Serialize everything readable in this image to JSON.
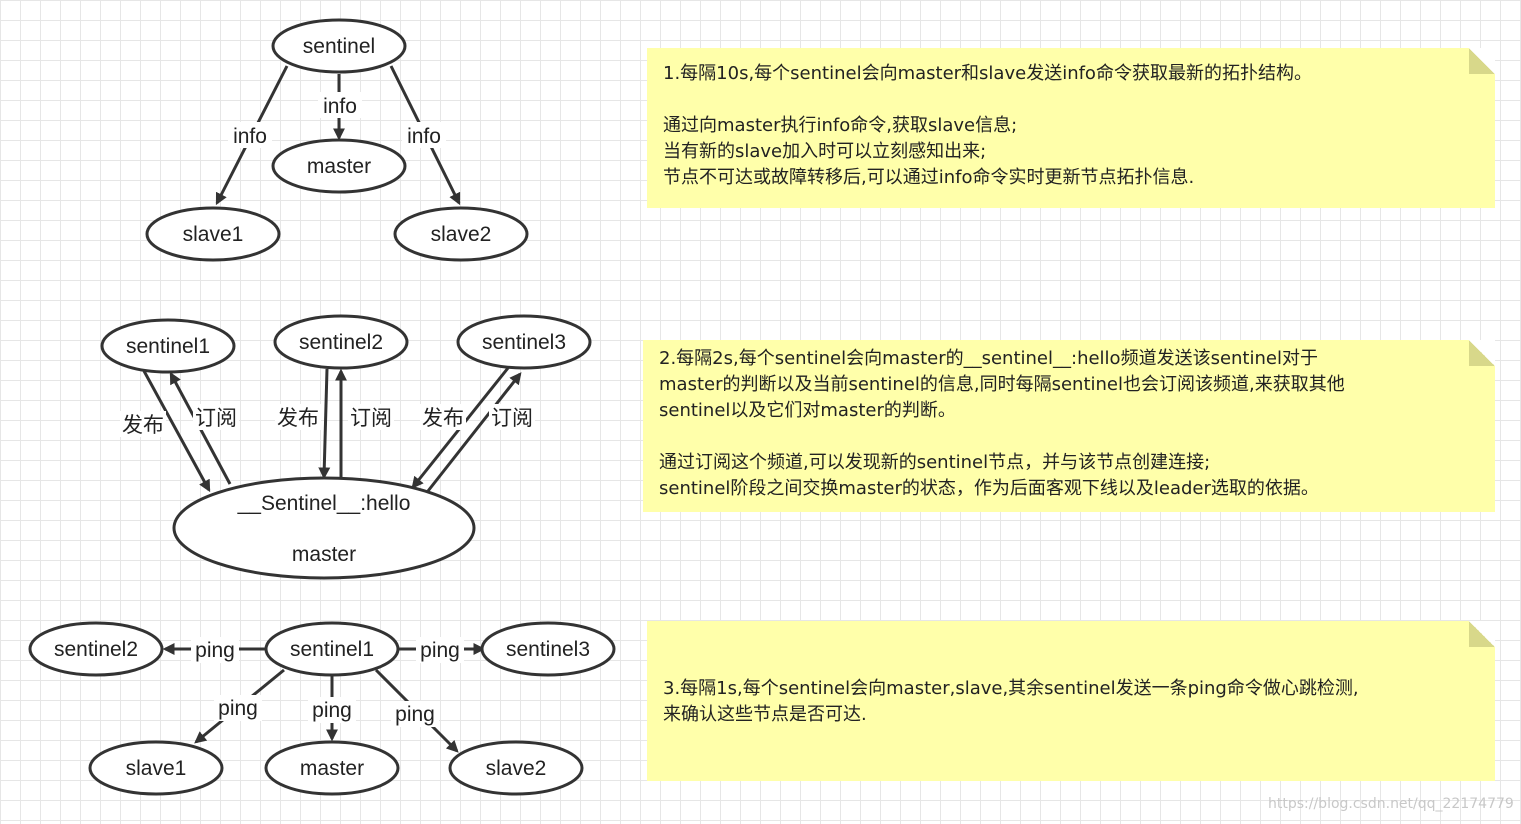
{
  "diagram1": {
    "nodes": {
      "sentinel": "sentinel",
      "master": "master",
      "slave1": "slave1",
      "slave2": "slave2"
    },
    "edges": {
      "to_master": "info",
      "to_slave1": "info",
      "to_slave2": "info"
    }
  },
  "diagram2": {
    "nodes": {
      "sentinel1": "sentinel1",
      "sentinel2": "sentinel2",
      "sentinel3": "sentinel3",
      "channel": "__Sentinel__:hello",
      "channel_sub": "master"
    },
    "edges": {
      "publish": "发布",
      "subscribe": "订阅"
    }
  },
  "diagram3": {
    "nodes": {
      "sentinel1": "sentinel1",
      "sentinel2": "sentinel2",
      "sentinel3": "sentinel3",
      "slave1": "slave1",
      "master": "master",
      "slave2": "slave2"
    },
    "edges": {
      "ping": "ping"
    }
  },
  "notes": [
    {
      "paragraphs": [
        [
          "1.每隔10s,每个sentinel会向master和slave发送info命令获取最新的拓扑结构。"
        ],
        [
          "通过向master执行info命令,获取slave信息;",
          "当有新的slave加入时可以立刻感知出来;",
          "节点不可达或故障转移后,可以通过info命令实时更新节点拓扑信息."
        ]
      ]
    },
    {
      "paragraphs": [
        [
          "2.每隔2s,每个sentinel会向master的__sentinel__:hello频道发送该sentinel对于",
          "master的判断以及当前sentinel的信息,同时每隔sentinel也会订阅该频道,来获取其他",
          "sentinel以及它们对master的判断。"
        ],
        [
          "通过订阅这个频道,可以发现新的sentinel节点，并与该节点创建连接;",
          "sentinel阶段之间交换master的状态，作为后面客观下线以及leader选取的依据。"
        ]
      ]
    },
    {
      "paragraphs": [
        [
          "3.每隔1s,每个sentinel会向master,slave,其余sentinel发送一条ping命令做心跳检测,",
          "来确认这些节点是否可达."
        ]
      ]
    }
  ],
  "watermark": "https://blog.csdn.net/qq_22174779",
  "colors": {
    "note_bg": "#ffffaa",
    "stroke": "#333333",
    "grid": "#e6e6e6"
  }
}
